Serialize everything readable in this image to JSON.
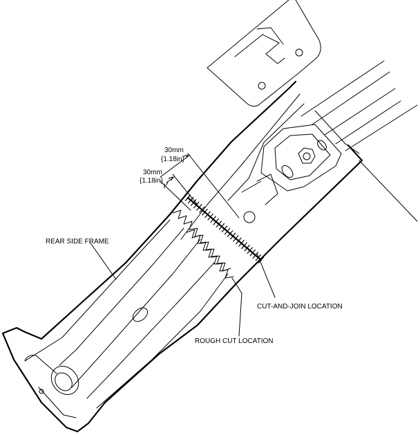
{
  "labels": {
    "dim_outer": "30mm",
    "dim_outer_sub": "{1.18in}",
    "dim_inner": "30mm",
    "dim_inner_sub": "{1.18in}",
    "part_name": "REAR SIDE FRAME",
    "cut_join": "CUT-AND-JOIN LOCATION",
    "rough_cut": "ROUGH CUT LOCATION"
  }
}
